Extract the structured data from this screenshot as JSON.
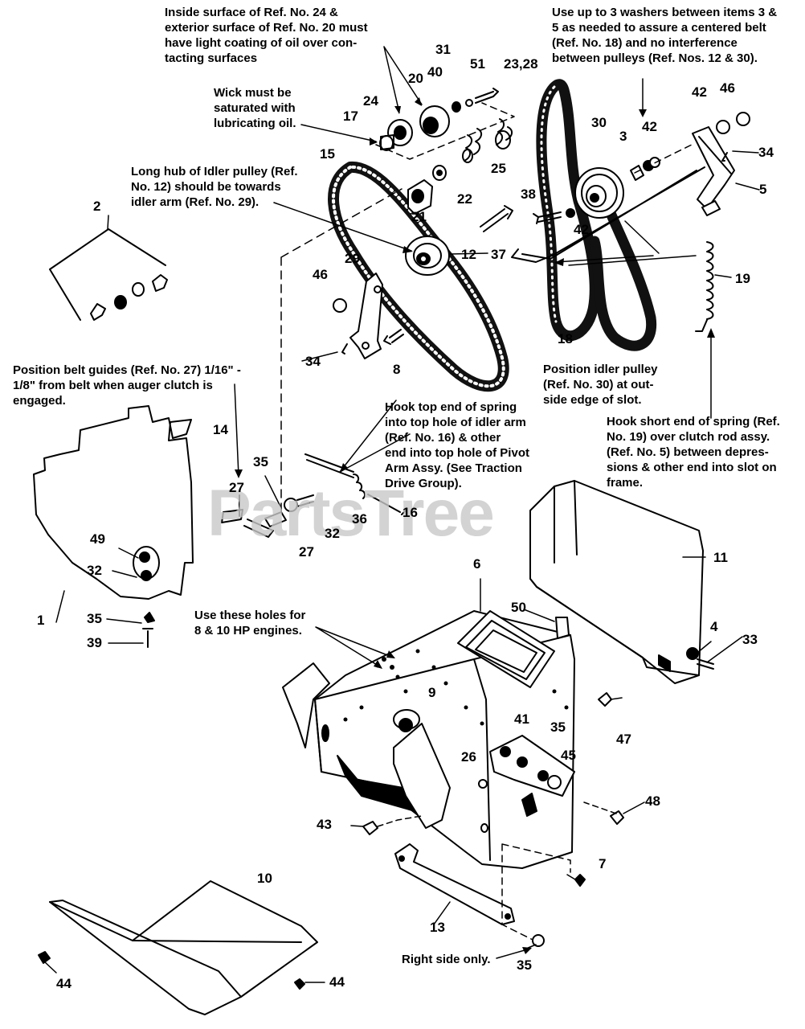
{
  "watermark": "PartsTree",
  "notes": {
    "oil": [
      "Inside surface of Ref. No. 24 &",
      "exterior surface of Ref. No. 20 must",
      "have light coating of oil over con-",
      "tacting surfaces"
    ],
    "washers": [
      "Use up to 3 washers between items 3 &",
      "5 as needed to assure a centered belt",
      "(Ref. No. 18) and no interference",
      "between pulleys (Ref. Nos. 12 & 30)."
    ],
    "wick": [
      "Wick must be",
      "saturated with",
      "lubricating oil."
    ],
    "hub": [
      "Long hub of Idler pulley (Ref.",
      "No. 12) should be towards",
      "idler arm (Ref. No. 29)."
    ],
    "guides": [
      "Position belt guides (Ref. No. 27) 1/16\" -",
      "1/8\" from belt when auger clutch is",
      "engaged."
    ],
    "idler": [
      "Position idler pulley",
      "(Ref. No. 30) at out-",
      "side edge of slot."
    ],
    "hook_top": [
      "Hook top end of spring",
      "into top hole of idler arm",
      "(Ref. No. 16) & other",
      "end into top hole of Pivot",
      "Arm Assy. (See Traction",
      "Drive Group)."
    ],
    "hook_short": [
      "Hook short end of spring (Ref.",
      "No. 19) over clutch rod assy.",
      "(Ref. No. 5) between depres-",
      "sions & other end into slot on",
      "frame."
    ],
    "holes": [
      "Use these holes for",
      "8 & 10 HP engines."
    ],
    "right_side": "Right side only."
  },
  "refs": [
    "31",
    "40",
    "51",
    "20",
    "23,28",
    "24",
    "17",
    "42",
    "46",
    "30",
    "3",
    "42",
    "34",
    "15",
    "22",
    "21",
    "25",
    "5",
    "38",
    "42",
    "37",
    "2",
    "12",
    "46",
    "29",
    "19",
    "18",
    "34",
    "8",
    "14",
    "35",
    "27",
    "36",
    "32",
    "16",
    "27",
    "49",
    "32",
    "1",
    "11",
    "6",
    "50",
    "35",
    "39",
    "4",
    "33",
    "9",
    "47",
    "41",
    "35",
    "26",
    "45",
    "48",
    "43",
    "7",
    "10",
    "13",
    "35",
    "44",
    "44"
  ]
}
